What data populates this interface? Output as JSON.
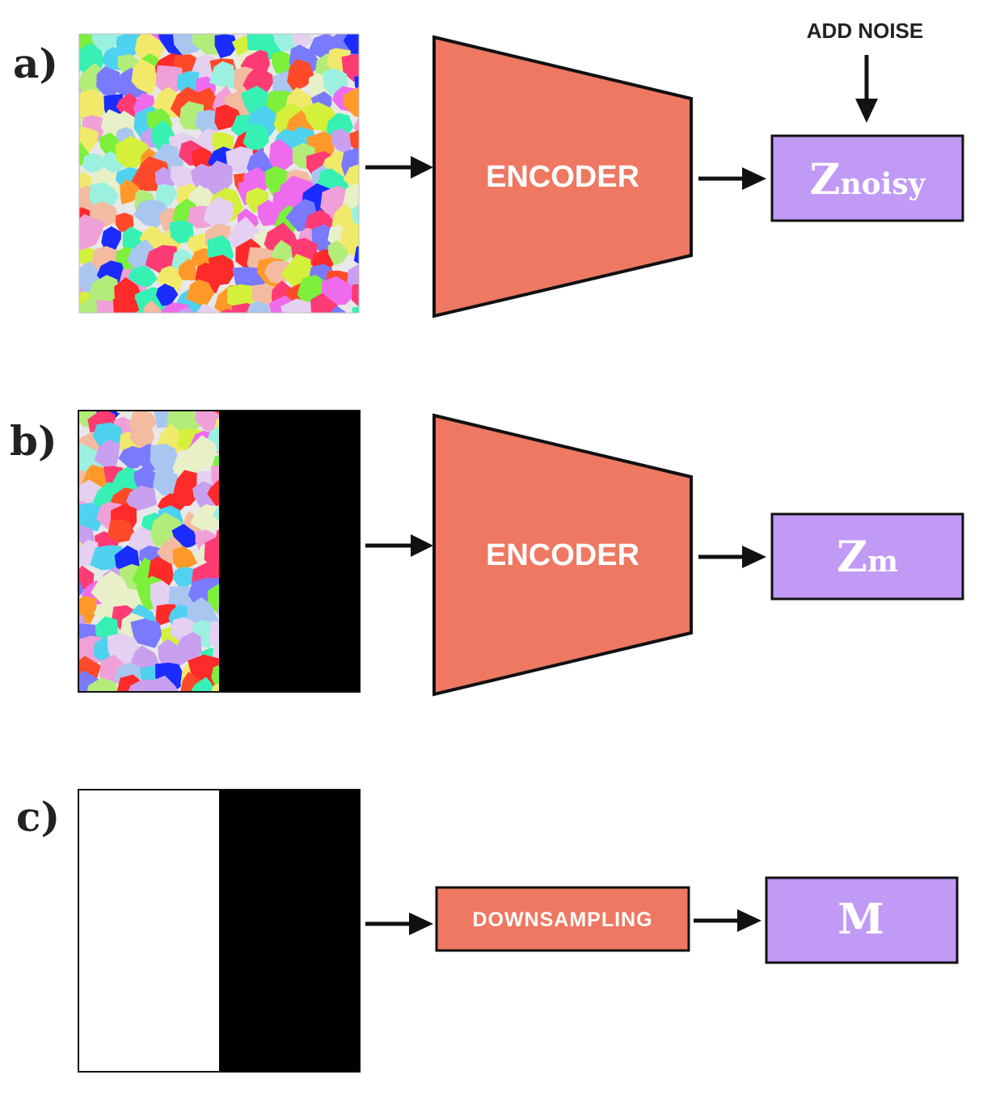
{
  "colors": {
    "encoder_fill": "#ef7862",
    "latent_fill": "#c09af5",
    "outline": "#111111",
    "mask_black": "#000000",
    "mask_white": "#ffffff"
  },
  "grain_palette": [
    "#f1e96a",
    "#ee6bee",
    "#b2ed7a",
    "#4fd1f0",
    "#f0a0d8",
    "#ff4a2a",
    "#a9c6f0",
    "#c9a0f0",
    "#36f0b4",
    "#f3bba0",
    "#e4d0f0",
    "#ff3b74",
    "#d4f03a",
    "#7a7aff",
    "#ff9a2a",
    "#9cf0e0",
    "#1a2cff",
    "#ff2a2a",
    "#e8f0c8",
    "#7cf03a"
  ],
  "panels": {
    "a": {
      "label": "a)",
      "input_image": "grain-microstructure-image",
      "encoder_label": "ENCODER",
      "output_main": "Z",
      "output_sub": "noisy",
      "noise_label": "ADD NOISE"
    },
    "b": {
      "label": "b)",
      "input_image": "half-masked-grain-image",
      "encoder_label": "ENCODER",
      "output_main": "Z",
      "output_sub": "m"
    },
    "c": {
      "label": "c)",
      "input_image": "binary-mask-image",
      "module_label": "DOWNSAMPLING",
      "output_main": "M"
    }
  }
}
